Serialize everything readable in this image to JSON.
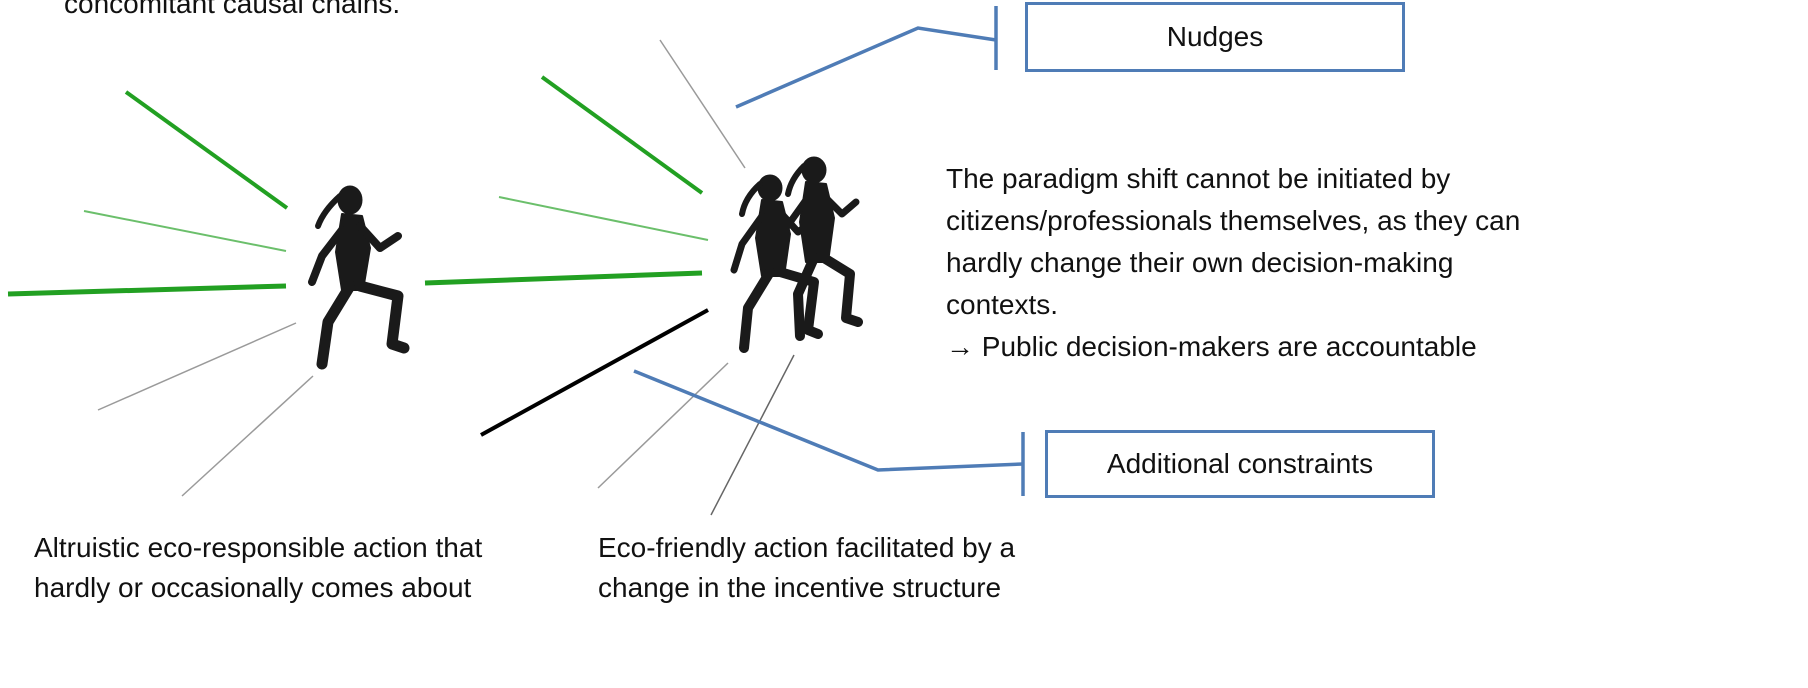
{
  "diagram": {
    "top_text": "concomitant causal chains.",
    "nudges_label": "Nudges",
    "constraints_label": "Additional constraints",
    "paradigm_lines": [
      "The paradigm shift cannot be initiated by",
      "citizens/professionals themselves, as they can",
      "hardly change their own decision-making",
      "contexts."
    ],
    "accountable_arrow": "→",
    "accountable_text": "Public decision-makers are accountable",
    "left_caption": [
      "Altruistic eco-responsible action that",
      "hardly or occasionally comes about"
    ],
    "right_caption": [
      "Eco-friendly action facilitated by a",
      "change in the incentive structure"
    ]
  },
  "colors": {
    "green": "#22a022",
    "light_green": "#7cc77c",
    "gray": "#9a9a9a",
    "callout_blue": "#4f7cb6",
    "runner": "#1a1a1a"
  }
}
